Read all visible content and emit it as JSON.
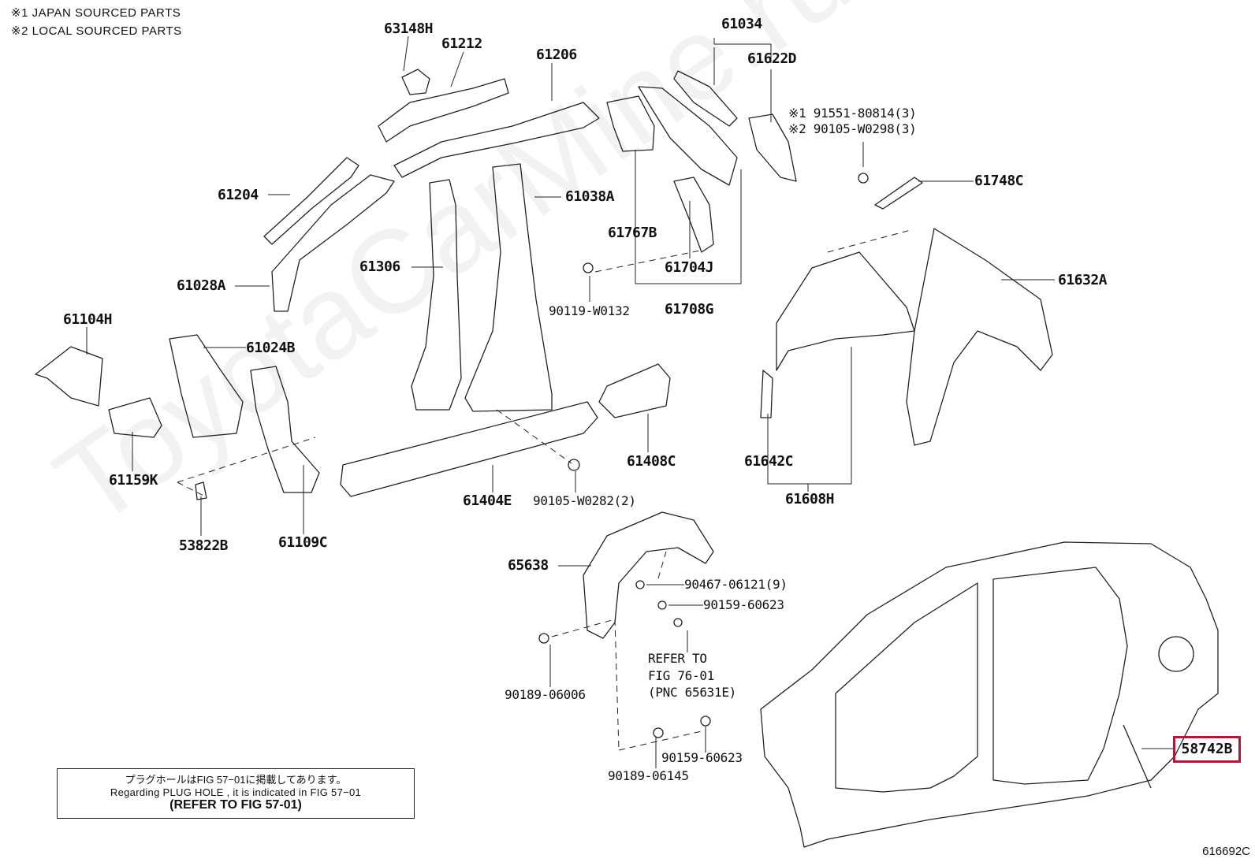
{
  "notes": {
    "japan": "※1 JAPAN SOURCED PARTS",
    "local": "※2 LOCAL SOURCED PARTS"
  },
  "watermark": "ToyotaCarMine.ru",
  "parts": {
    "p63148H": "63148H",
    "p61212": "61212",
    "p61206": "61206",
    "p61034": "61034",
    "p61622D": "61622D",
    "p91551": "※1 91551-80814(3)",
    "p90105a": "※2 90105-W0298(3)",
    "p61748C": "61748C",
    "p61204": "61204",
    "p61038A": "61038A",
    "p61767B": "61767B",
    "p61306": "61306",
    "p61704J": "61704J",
    "p61632A": "61632A",
    "p61028A": "61028A",
    "p90119": "90119-W0132",
    "p61708G": "61708G",
    "p61104H": "61104H",
    "p61024B": "61024B",
    "p61159K": "61159K",
    "p53822B": "53822B",
    "p61109C": "61109C",
    "p61404E": "61404E",
    "p90105b": "90105-W0282(2)",
    "p61408C": "61408C",
    "p61642C": "61642C",
    "p61608H": "61608H",
    "p65638": "65638",
    "p90467": "90467-06121(9)",
    "p90159a": "90159-60623",
    "p90189a": "90189-06006",
    "p90159b": "90159-60623",
    "p90189b": "90189-06145",
    "p58742B": "58742B"
  },
  "refer": {
    "line1": "REFER TO",
    "line2": "FIG 76-01",
    "line3": "(PNC 65631E)"
  },
  "plug_note": {
    "jp": "プラグホールはFIG 57−01に掲載してあります。",
    "en": "Regarding PLUG HOLE , it is indicated in FIG 57−01",
    "ref": "(REFER TO FIG 57-01)"
  },
  "figure_id": "616692C",
  "highlight_color": "#b0173a"
}
